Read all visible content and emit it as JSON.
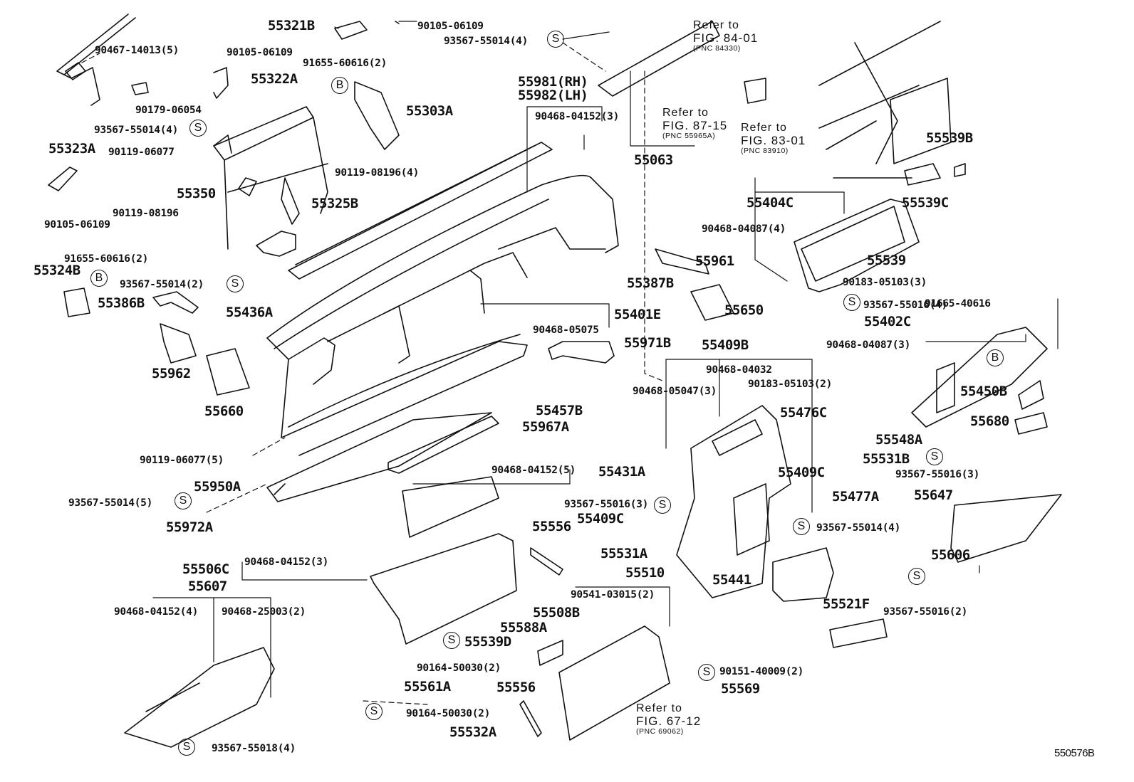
{
  "diagram": {
    "figure_code": "550576B",
    "symbols": {
      "S": "S",
      "B": "B"
    },
    "labels": {
      "p55321B": "55321B",
      "p90105_06109_a": "90105-06109",
      "p93567_55014_4a": "93567-55014(4)",
      "p90467_14013": "90467-14013(5)",
      "p90105_06109_b": "90105-06109",
      "p91655_60616_2a": "91655-60616(2)",
      "p55322A": "55322A",
      "p55303A": "55303A",
      "p90179_06054": "90179-06054",
      "p93567_55014_4b": "93567-55014(4)",
      "p55323A": "55323A",
      "p90119_06077": "90119-06077",
      "p90119_08196_4": "90119-08196(4)",
      "p55350": "55350",
      "p90119_08196": "90119-08196",
      "p55325B": "55325B",
      "p90105_06109_c": "90105-06109",
      "p91655_60616_2b": "91655-60616(2)",
      "p55324B": "55324B",
      "p93567_55014_2": "93567-55014(2)",
      "p55386B": "55386B",
      "p55436A": "55436A",
      "p55962": "55962",
      "p55660": "55660",
      "p55981": "55981(RH)",
      "p55982": "55982(LH)",
      "p90468_04152_3a": "90468-04152(3)",
      "p55063": "55063",
      "p55387B": "55387B",
      "p55401E": "55401E",
      "p90468_05075": "90468-05075",
      "p55971B": "55971B",
      "p55457B": "55457B",
      "p55967A": "55967A",
      "p90119_06077_5": "90119-06077(5)",
      "p90468_04152_5": "90468-04152(5)",
      "p55431A": "55431A",
      "p55950A": "55950A",
      "p93567_55014_5": "93567-55014(5)",
      "p55972A": "55972A",
      "p93567_55016_3a": "93567-55016(3)",
      "p55409C_a": "55409C",
      "p55556_a": "55556",
      "p55531A": "55531A",
      "p55506C": "55506C",
      "p90468_04152_3b": "90468-04152(3)",
      "p55607": "55607",
      "p90468_04152_4": "90468-04152(4)",
      "p90468_25003": "90468-25003(2)",
      "p55510": "55510",
      "p90541_03015": "90541-03015(2)",
      "p55508B": "55508B",
      "p55588A": "55588A",
      "p55539D": "55539D",
      "p90164_50030_a": "90164-50030(2)",
      "p55561A": "55561A",
      "p55556_b": "55556",
      "p90164_50030_b": "90164-50030(2)",
      "p55532A": "55532A",
      "p93567_55018": "93567-55018(4)",
      "p90151_40009": "90151-40009(2)",
      "p55569": "55569",
      "p55539B": "55539B",
      "p55539C": "55539C",
      "p55404C": "55404C",
      "p90468_04087_4": "90468-04087(4)",
      "p55961": "55961",
      "p55539": "55539",
      "p90183_05103_3": "90183-05103(3)",
      "p55650": "55650",
      "p93567_55016_4": "93567-55016(4)",
      "p91665_40616": "91665-40616",
      "p55402C": "55402C",
      "p90468_04087_3": "90468-04087(3)",
      "p55409B": "55409B",
      "p90468_04032": "90468-04032",
      "p90468_05047": "90468-05047(3)",
      "p90183_05103_2": "90183-05103(2)",
      "p55450B": "55450B",
      "p55476C": "55476C",
      "p55680": "55680",
      "p55548A": "55548A",
      "p55531B": "55531B",
      "p93567_55016_3b": "93567-55016(3)",
      "p55409C_b": "55409C",
      "p55477A": "55477A",
      "p55647": "55647",
      "p93567_55014_4c": "93567-55014(4)",
      "p55606": "55606",
      "p55441": "55441",
      "p55521F": "55521F",
      "p93567_55016_2": "93567-55016(2)"
    },
    "references": [
      {
        "line1": "Refer to",
        "line2": "FIG. 84-01",
        "line3": "(PNC 84330)"
      },
      {
        "line1": "Refer to",
        "line2": "FIG. 87-15",
        "line3": "(PNC 55965A)"
      },
      {
        "line1": "Refer to",
        "line2": "FIG. 83-01",
        "line3": "(PNC 83910)"
      },
      {
        "line1": "Refer to",
        "line2": "FIG. 67-12",
        "line3": "(PNC 69062)"
      }
    ]
  }
}
